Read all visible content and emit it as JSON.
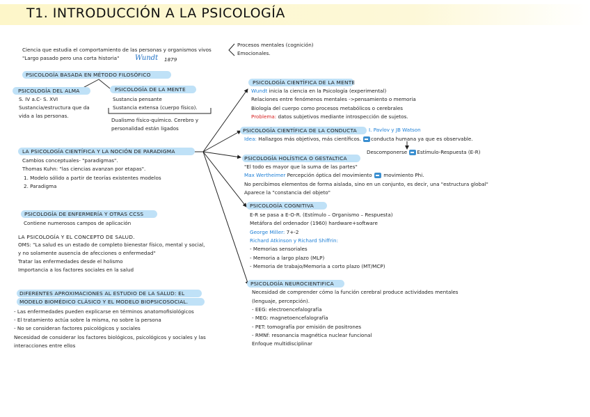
{
  "title": "T1. INTRODUCCIÓN A LA PSICOLOGÍA",
  "left": {
    "intro_line1": "Ciencia que estudia el comportamiento de las personas y organismos vivos",
    "intro_line2": "\"Largo pasado pero una corta historia\"",
    "signature": "Wundt",
    "signature_year": "1879",
    "procesos": [
      "Procesos mentales (cognición)",
      "Emocionales."
    ],
    "filosofico": "PSICOLOGÍA BASADA EN MÉTODO FILOSÓFICO",
    "alma_head": "PSICOLOGÍA DEL ALMA",
    "alma_lines": [
      "S. IV a.C- S. XVI",
      "Sustancia/estructura que da",
      "vida a las personas."
    ],
    "mente_head": "PSICOLOGÍA DE LA MENTE",
    "mente_lines": [
      "Sustancia pensante",
      "Sustancia extensa (cuerpo físico)."
    ],
    "dualismo_lines": [
      "Dualismo físico-químico. Cerebro y",
      "personalidad están ligados"
    ],
    "paradigma_head": "LA PSICOLOGÍA CIENTÍFICA Y LA NOCIÓN DE PARADIGMA",
    "paradigma_lines": [
      "Cambios conceptuales- \"paradigmas\".",
      "Thomas Kuhn: \"las ciencias avanzan por etapas\"."
    ],
    "paradigma_list": [
      "1.   Modelo sólido a partir de teorías existentes modelos",
      "2.   Paradigma"
    ],
    "enfermeria_head": "PSICOLOGÍA DE ENFERMERÍA Y OTRAS CCSS",
    "enfermeria_line": "Contiene numerosos campos de aplicación",
    "salud_head": "LA PSICOLOGÍA Y EL CONCEPTO DE SALUD.",
    "salud_lines": [
      "OMS: \"La salud es un estado de completo bienestar físico, mental y social,",
      "y no solamente ausencia de afecciones o enfermedad\"",
      "Tratar las enfermedades desde el holismo",
      "Importancia a los factores sociales en la salud"
    ],
    "aprox_head1": "DIFERENTES APROXIMACIONES AL ESTUDIO DE LA SALUD: EL",
    "aprox_head2": "MODELO BIOMÉDICO CLÁSICO Y EL MODELO BIOPSICOSOCIAL.",
    "aprox_lines": [
      "- Las enfermedades pueden explicarse en términos anatomofisiológicos",
      "- El tratamiento actúa sobre la misma, no sobre la persona",
      "- No se consideran factores psicológicos y sociales",
      "Necesidad de considerar los factores biológicos, psicológicos y sociales y las",
      "interacciones entre ellos"
    ]
  },
  "right": {
    "mente_head": "PSICOLOGÍA CIENTÍFICA DE LA MENTE",
    "mente_wundt": "Wundt",
    "mente_wundt_rest": " inicia la ciencia en la Psicología (experimental)",
    "mente_lines": [
      "Relaciones entre fenómenos mentales ->pensamiento o memoria",
      "Biología del cuerpo como procesos metabólicos o cerebrales"
    ],
    "mente_problema": "Problema:",
    "mente_problema_rest": " datos subjetivos mediante introspección de sujetos.",
    "conducta_head": "PSICOLOGÍA CIENTÍFICA DE LA CONDUCTA",
    "conducta_names": "I. Pavlov y JB Watson",
    "conducta_idea": "Idea:",
    "conducta_idea_rest": " Hallazgos más objetivos, más científicos.",
    "conducta_idea_end": "conducta humana ya que es observable.",
    "descomponer": "Descomponerse",
    "estimulo": "Estímulo-Respuesta (E-R)",
    "holistica_head": "PSICOLOGÍA HOLÍSTICA O GESTALTICA",
    "holistica_quote": "\"El todo es mayor que la suma de las partes\"",
    "holistica_max": "Max Wertheimer",
    "holistica_max_rest": " Percepción óptica del movimiento",
    "holistica_phi": " movimiento Phi.",
    "holistica_lines": [
      "No percibimos elementos de forma aislada, sino en un conjunto, es decir, una \"estructura global\"",
      "Aparece la \"constancia del objeto\""
    ],
    "cognitiva_head": "PSICOLOGÍA COGNITIVA",
    "cognitiva_lines": [
      "E-R se pasa a E-O-R. (Estímulo – Organismo – Respuesta)",
      "Metáfora del ordenador (1960) hardware+software"
    ],
    "cognitiva_miller": "George Miller:",
    "cognitiva_miller_rest": " 7+-2",
    "cognitiva_atkinson": "Richard Atkinson y Richard Shiffrin:",
    "cognitiva_memoria": [
      "- Memorias sensoriales",
      "- Memoria a largo plazo (MLP)",
      "- Memoria de trabajo/Memoria a corto plazo (MT/MCP)"
    ],
    "neuro_head": "PSICOLOGÍA NEUROCIENTIFICA",
    "neuro_lines": [
      "Necesidad de comprender cómo la función cerebral produce actividades mentales",
      "(lenguaje, percepción).",
      "- EEG: electroencefalografía",
      "- MEG: magnetoencefalografía",
      "- PET: tomografía por emisión de positrones",
      "- RMNf: resonancia magnética nuclear funcional",
      "Enfoque multidisciplinar"
    ]
  },
  "colors": {
    "highlight": "#bfe1f7",
    "title_bg": "#fdf6c9",
    "blue": "#1d7fd6",
    "red": "#d61f1f"
  }
}
